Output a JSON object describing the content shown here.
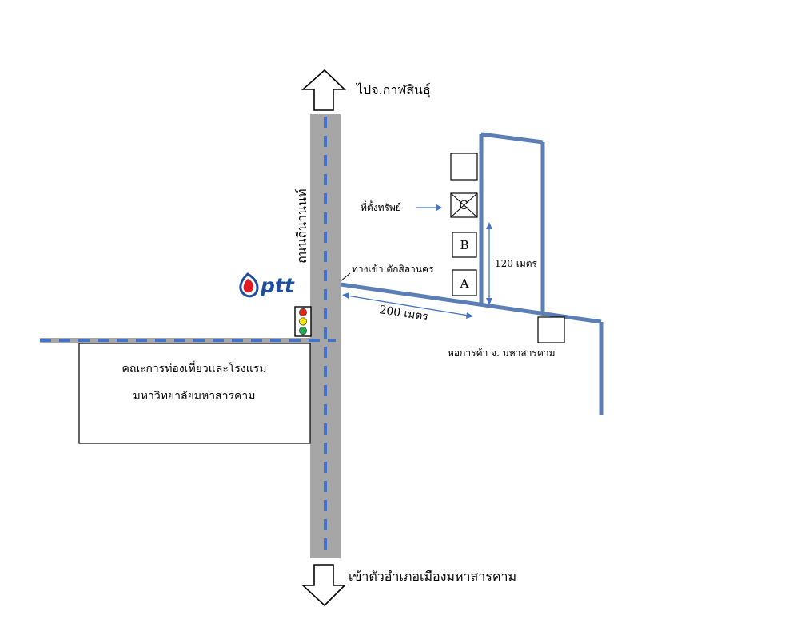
{
  "labels": {
    "north_destination": "ไปจ.กาฬสินธุ์",
    "south_destination": "เข้าตัวอำเภอเมืองมหาสารคาม",
    "main_road": "ถนนถีนานนท์",
    "entrance": "ทางเข้า ตักสิลานคร",
    "distance_horizontal": "200 เมตร",
    "distance_vertical": "120 เมตร",
    "property_location": "ที่ตั้งทรัพย์",
    "clock_tower": "หอการค้า จ. มหาสารคาม",
    "faculty_line1": "คณะการท่องเที่ยวและโรงแรม",
    "faculty_line2": "มหาวิทยาลัยมหาสารคาม",
    "ptt_logo": "ptt"
  },
  "plots": {
    "top": "",
    "c": "C",
    "b": "B",
    "a": "A"
  },
  "colors": {
    "road_gray": "#a6a6a6",
    "road_dash": "#4472c4",
    "side_road": "#5b7fb5",
    "ptt_blue": "#1f4e9b",
    "ptt_red": "#e21b23",
    "signal_red": "#e0261f",
    "signal_yellow": "#f4e60b",
    "signal_green": "#22a852"
  }
}
